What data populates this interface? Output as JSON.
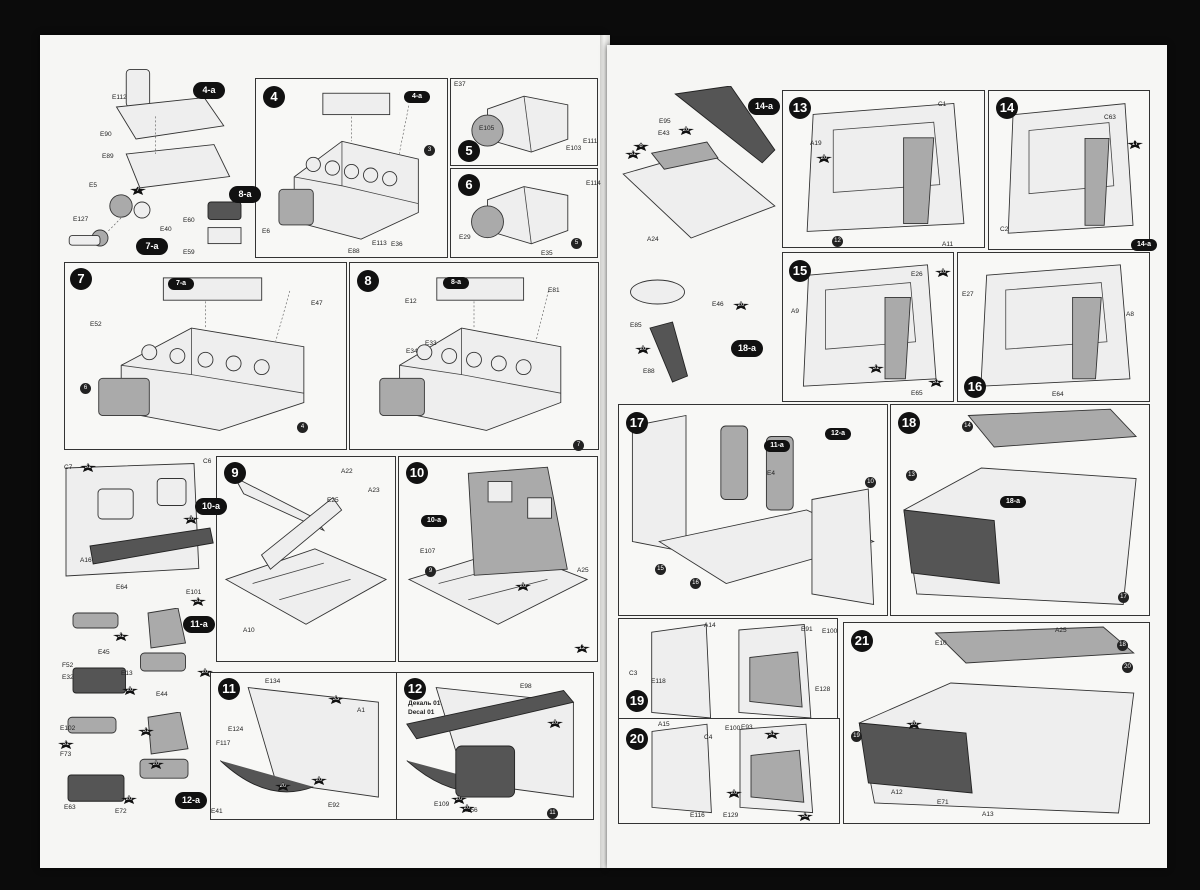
{
  "steps_left": [
    {
      "id": "s4a",
      "badge": "4-a",
      "parts": [
        "E112",
        "E90",
        "E89"
      ]
    },
    {
      "id": "s4",
      "badge": "4",
      "parts": [
        "4-a",
        "3",
        "E6",
        "E88",
        "E113",
        "E36"
      ]
    },
    {
      "id": "s5",
      "badge": "5",
      "parts": [
        "E37",
        "E105",
        "E103",
        "E111"
      ]
    },
    {
      "id": "s6",
      "badge": "6",
      "parts": [
        "E114",
        "E29",
        "E35",
        "5"
      ]
    },
    {
      "id": "s7a",
      "badge": "7-a",
      "parts": [
        "E5",
        "E127",
        "E40"
      ],
      "cement": [
        "7"
      ]
    },
    {
      "id": "s8a",
      "badge": "8-a",
      "parts": [
        "E60",
        "E59"
      ]
    },
    {
      "id": "s7",
      "badge": "7",
      "parts": [
        "7-a",
        "E47",
        "E52",
        "6",
        "4"
      ]
    },
    {
      "id": "s8",
      "badge": "8",
      "parts": [
        "8-a",
        "E12",
        "E81",
        "E34",
        "E33",
        "7"
      ]
    },
    {
      "id": "s10a",
      "badge": "10-a",
      "parts": [
        "C7",
        "C6",
        "A16",
        "E64"
      ],
      "cement": [
        "31",
        "20"
      ]
    },
    {
      "id": "s9",
      "badge": "9",
      "parts": [
        "A22",
        "E25",
        "A23",
        "A10"
      ]
    },
    {
      "id": "s10",
      "badge": "10",
      "parts": [
        "10-a",
        "E107",
        "9",
        "A25"
      ],
      "cement": [
        "20",
        "12"
      ]
    },
    {
      "id": "s11a",
      "badge": "11-a",
      "parts": [
        "E101",
        "E45",
        "F52",
        "E32",
        "E13"
      ],
      "cement": [
        "31",
        "31",
        "20",
        "20"
      ]
    },
    {
      "id": "s12a",
      "badge": "12-a",
      "parts": [
        "E44",
        "E102",
        "F73",
        "E63",
        "E72"
      ],
      "cement": [
        "31",
        "31",
        "20",
        "20",
        "20"
      ]
    },
    {
      "id": "s11",
      "badge": "11",
      "parts": [
        "E134",
        "E124",
        "F117",
        "A1",
        "E41",
        "E92"
      ],
      "cement": [
        "33",
        "20",
        "20"
      ]
    },
    {
      "id": "s12",
      "badge": "12",
      "parts": [
        "E98",
        "E109",
        "E56",
        "11"
      ],
      "decal": [
        "Декаль 01",
        "Decal 01"
      ],
      "cement": [
        "20",
        "20",
        "20"
      ]
    }
  ],
  "steps_right": [
    {
      "id": "s14a",
      "badge": "14-a",
      "parts": [
        "E95",
        "E43",
        "A24"
      ],
      "cement": [
        "20",
        "31",
        "8"
      ]
    },
    {
      "id": "s13",
      "badge": "13",
      "parts": [
        "C1",
        "A19",
        "12",
        "A11"
      ],
      "cement": [
        "20"
      ]
    },
    {
      "id": "s14",
      "badge": "14",
      "parts": [
        "C63",
        "C2",
        "14-a"
      ],
      "cement": [
        "17"
      ]
    },
    {
      "id": "s18a",
      "badge": "18-a",
      "parts": [
        "E85",
        "E46",
        "E88"
      ],
      "cement": [
        "20",
        "20"
      ]
    },
    {
      "id": "s15",
      "badge": "15",
      "parts": [
        "E26",
        "A9",
        "E65"
      ],
      "cement": [
        "20",
        "31",
        "31"
      ]
    },
    {
      "id": "s16",
      "badge": "16",
      "parts": [
        "E27",
        "A8",
        "E64"
      ]
    },
    {
      "id": "s17",
      "badge": "17",
      "parts": [
        "11-a",
        "12-a",
        "E4",
        "15",
        "16",
        "10"
      ]
    },
    {
      "id": "s18",
      "badge": "18",
      "parts": [
        "14",
        "18-a",
        "13",
        "17"
      ]
    },
    {
      "id": "s19",
      "badge": "19",
      "parts": [
        "A14",
        "C3",
        "E118",
        "E91",
        "E100",
        "E128"
      ]
    },
    {
      "id": "s20",
      "badge": "20",
      "parts": [
        "A15",
        "C4",
        "E100",
        "E93",
        "E116",
        "E129"
      ],
      "cement": [
        "31",
        "20",
        "33"
      ]
    },
    {
      "id": "s21",
      "badge": "21",
      "parts": [
        "A25",
        "E10",
        "18",
        "20",
        "19",
        "A12",
        "E71",
        "A13"
      ],
      "cement": [
        "20"
      ]
    }
  ],
  "colors": {
    "page": "#f6f6f4",
    "ink": "#111111",
    "background": "#0b0b0b",
    "shade": "#9a9a9a"
  }
}
